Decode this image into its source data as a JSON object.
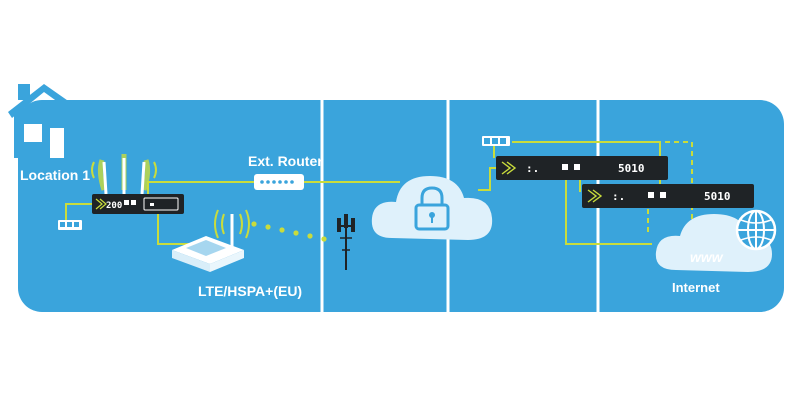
{
  "labels": {
    "location": "Location 1",
    "ext_router": "Ext. Router",
    "lte": "LTE/HSPA+(EU)",
    "internet": "Internet",
    "www": "www"
  },
  "devices": {
    "local_router_model": "200",
    "central_router_model_a": "5010",
    "central_router_model_b": "5010",
    "port_text": ":."
  },
  "icons": [
    "house-icon",
    "wifi-antenna-icon",
    "lte-antenna-icon",
    "cell-tower-icon",
    "lock-icon",
    "globe-icon",
    "cloud-icon",
    "switch-icon"
  ],
  "colors": {
    "panel": "#3aa4dc",
    "separator": "#ffffff",
    "line": "#c9dc3c",
    "cloud": "#dff1fb",
    "device": "#1f2326",
    "house": "#3aa4dc",
    "antenna_glow": "#c9dc3c"
  }
}
